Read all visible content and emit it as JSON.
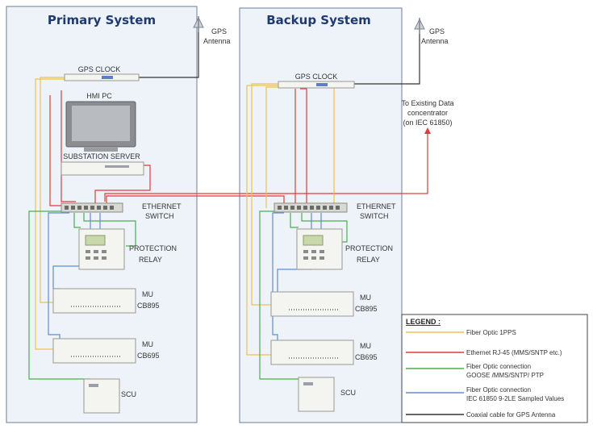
{
  "primary": {
    "title": "Primary System",
    "gps_antenna_line1": "GPS",
    "gps_antenna_line2": "Antenna",
    "gps_clock": "GPS CLOCK",
    "hmi_pc": "HMI PC",
    "substation_server": "SUBSTATION SERVER",
    "ethernet_switch_line1": "ETHERNET",
    "ethernet_switch_line2": "SWITCH",
    "protection_relay_line1": "PROTECTION",
    "protection_relay_line2": "RELAY",
    "mu1_line1": "MU",
    "mu1_line2": "CB895",
    "mu2_line1": "MU",
    "mu2_line2": "CB695",
    "scu": "SCU"
  },
  "backup": {
    "title": "Backup System",
    "gps_antenna_line1": "GPS",
    "gps_antenna_line2": "Antenna",
    "gps_clock": "GPS CLOCK",
    "ethernet_switch_line1": "ETHERNET",
    "ethernet_switch_line2": "SWITCH",
    "protection_relay_line1": "PROTECTION",
    "protection_relay_line2": "RELAY",
    "mu1_line1": "MU",
    "mu1_line2": "CB895",
    "mu2_line1": "MU",
    "mu2_line2": "CB695",
    "scu": "SCU"
  },
  "data_concentrator": {
    "line1": "To Existing Data",
    "line2": "concentrator",
    "line3": "(on IEC 61850)"
  },
  "legend": {
    "title": "LEGEND :",
    "items": [
      {
        "color": "#f2c14e",
        "line1": "Fiber Optic 1PPS",
        "line2": ""
      },
      {
        "color": "#e03a3a",
        "line1": "Ethernet RJ-45 (MMS/SNTP etc.)",
        "line2": ""
      },
      {
        "color": "#4caf50",
        "line1": "Fiber Optic connection",
        "line2": "GOOSE /MMS/SNTP/ PTP"
      },
      {
        "color": "#5b8fd6",
        "line1": "Fiber Optic connection",
        "line2": "IEC 61850 9-2LE Sampled Values"
      },
      {
        "color": "#333333",
        "line1": "Coaxial cable for GPS Antenna",
        "line2": ""
      }
    ]
  },
  "colors": {
    "fiber_1pps": "#f2c14e",
    "ethernet": "#e03a3a",
    "fiber_goose": "#4caf50",
    "fiber_sv": "#5b8fd6",
    "coax": "#333333"
  }
}
